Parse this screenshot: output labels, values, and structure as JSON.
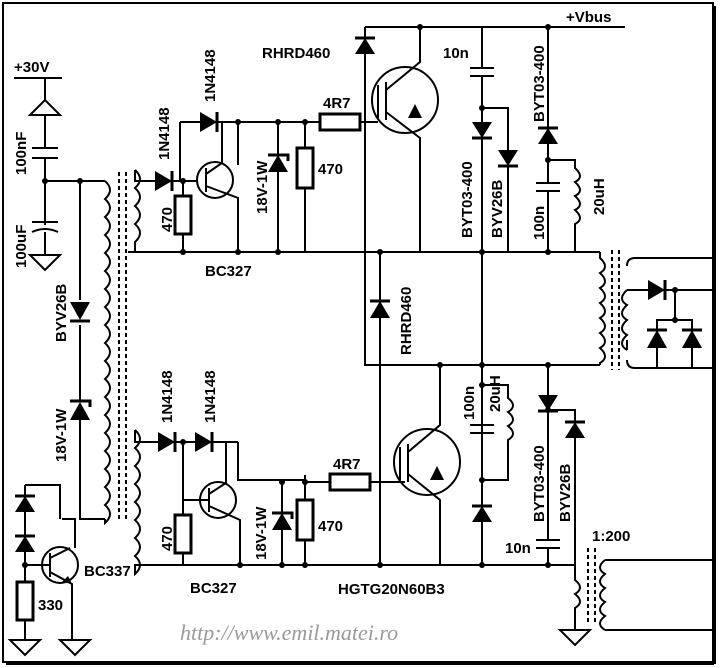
{
  "title": "IGBT half-bridge driver schematic",
  "labels": {
    "supply_30v": "+30V",
    "c_100nf": "100nF",
    "c_100uf": "100uF",
    "d_byv26b_left": "BYV26B",
    "z_18v_left": "18V-1W",
    "q_bc337": "BC337",
    "r_330": "330",
    "d_1n4148_a": "1N4148",
    "d_1n4148_b": "1N4148",
    "d_1n4148_c": "1N4148",
    "d_1n4148_d": "1N4148",
    "r_470_a": "470",
    "r_470_b": "470",
    "r_470_c": "470",
    "r_470_d": "470",
    "q_bc327_top": "BC327",
    "q_bc327_bottom": "BC327",
    "z_18v_top": "18V-1W",
    "z_18v_bottom": "18V-1W",
    "r_4r7_top": "4R7",
    "r_4r7_bottom": "4R7",
    "d_rhrd460_top": "RHRD460",
    "d_rhrd460_mid": "RHRD460",
    "vbus": "+Vbus",
    "c_10n_top": "10n",
    "c_10n_bottom": "10n",
    "d_byt03_a": "BYT03-400",
    "d_byt03_b": "BYT03-400",
    "d_byt03_c": "BYT03-400",
    "d_byv26b_top": "BYV26B",
    "d_byv26b_bottom": "BYV26B",
    "c_100n_top": "100n",
    "c_100n_bottom": "100n",
    "l_20uh_top": "20uH",
    "l_20uh_bottom": "20uH",
    "igbt": "HGTG20N60B3",
    "ratio": "1:200"
  },
  "watermark": "http://www.emil.matei.ro"
}
